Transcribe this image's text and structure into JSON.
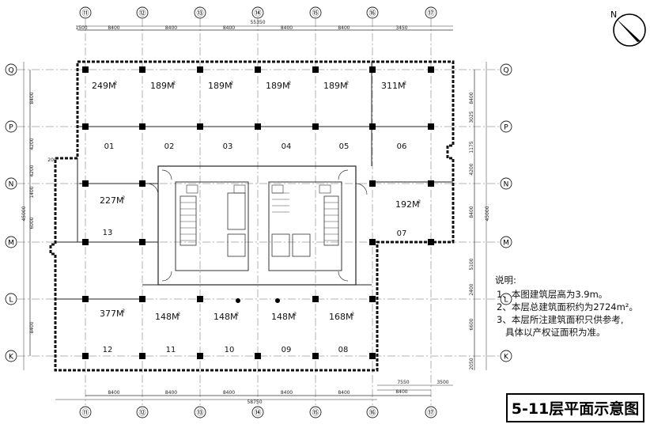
{
  "title": "5-11层平面示意图",
  "north_label": "N",
  "axes": {
    "columns": [
      "⑪",
      "⑫",
      "⑬",
      "⑭",
      "⑮",
      "⑯",
      "⑰"
    ],
    "rows": [
      "Q",
      "P",
      "N",
      "M",
      "L",
      "K"
    ]
  },
  "dimensions": {
    "top_total": "55350",
    "top_segments": [
      "1500",
      "8400",
      "8400",
      "8400",
      "8400",
      "8400",
      "3450"
    ],
    "bottom_total": "58750",
    "bottom_segments": [
      "8400",
      "8400",
      "8400",
      "8400",
      "8400"
    ],
    "bottom_right": [
      "7550",
      "3500",
      "8400"
    ],
    "left_segments": [
      "8400",
      "4200",
      "4200",
      "1400",
      "6000",
      "8400"
    ],
    "left_total": "45000",
    "right_segments": [
      "8400",
      "3025",
      "1175",
      "4200",
      "8400",
      "5100",
      "2400",
      "6600",
      "2050"
    ],
    "right_total": "45000",
    "small_left": "200"
  },
  "rooms": [
    {
      "area": "249M",
      "num": ""
    },
    {
      "area": "189M",
      "num": "01"
    },
    {
      "area": "189M",
      "num": "02"
    },
    {
      "area": "189M",
      "num": "03"
    },
    {
      "area": "189M",
      "num": "04"
    },
    {
      "area": "311M",
      "num": "05"
    },
    {
      "num": "06"
    },
    {
      "area": "227M",
      "num": "13"
    },
    {
      "area": "192M",
      "num": "07"
    },
    {
      "area": "377M",
      "num": "12"
    },
    {
      "area": "148M",
      "num": "11"
    },
    {
      "area": "148M",
      "num": "10"
    },
    {
      "area": "148M",
      "num": "09"
    },
    {
      "area": "168M",
      "num": "08"
    }
  ],
  "area_sup": "2",
  "notes": {
    "title": "说明:",
    "items": [
      "1、本图建筑层高为3.9m。",
      "2、本层总建筑面积约为2724m²。",
      "3、本层所注建筑面积只供参考,",
      "   具体以产权证面积为准。"
    ]
  }
}
